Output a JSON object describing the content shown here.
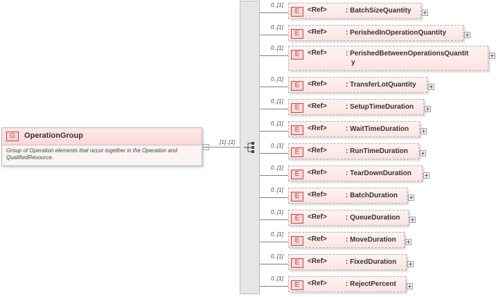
{
  "group": {
    "badge": "G",
    "title": "OperationGroup",
    "doc": "Group of Operation elements that occur together in the Operation and QualifiedResource.",
    "cardinality": "[1]..[1]"
  },
  "elements": [
    {
      "badge": "E",
      "ref": "<Ref>",
      "name": ": BatchSizeQuantity",
      "card": "0..[1]"
    },
    {
      "badge": "E",
      "ref": "<Ref>",
      "name": ": PerishedInOperationQuantity",
      "card": "0..[1]"
    },
    {
      "badge": "E",
      "ref": "<Ref>",
      "name_line1": ": PerishedBetweenOperationsQuantit",
      "name_line2": "y",
      "card": "0..[1]"
    },
    {
      "badge": "E",
      "ref": "<Ref>",
      "name": ": TransferLotQuantity",
      "card": "0..[1]"
    },
    {
      "badge": "E",
      "ref": "<Ref>",
      "name": ": SetupTimeDuration",
      "card": "0..[1]"
    },
    {
      "badge": "E",
      "ref": "<Ref>",
      "name": ": WaitTimeDuration",
      "card": "0..[1]"
    },
    {
      "badge": "E",
      "ref": "<Ref>",
      "name": ": RunTimeDuration",
      "card": "0..[1]"
    },
    {
      "badge": "E",
      "ref": "<Ref>",
      "name": ": TearDownDuration",
      "card": "0..[1]"
    },
    {
      "badge": "E",
      "ref": "<Ref>",
      "name": ": BatchDuration",
      "card": "0..[1]"
    },
    {
      "badge": "E",
      "ref": "<Ref>",
      "name": ": QueueDuration",
      "card": "0..[1]"
    },
    {
      "badge": "E",
      "ref": "<Ref>",
      "name": ": MoveDuration",
      "card": "0..[1]"
    },
    {
      "badge": "E",
      "ref": "<Ref>",
      "name": ": FixedDuration",
      "card": "0..[1]"
    },
    {
      "badge": "E",
      "ref": "<Ref>",
      "name": ": RejectPercent",
      "card": "0..[1]"
    }
  ]
}
